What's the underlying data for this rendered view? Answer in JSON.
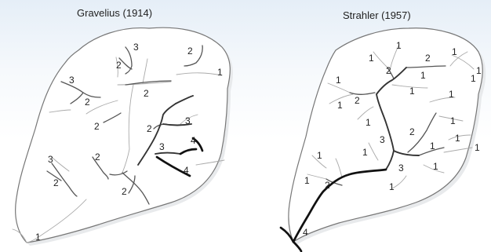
{
  "titles": {
    "left": "Gravelius (1914)",
    "right": "Strahler (1957)"
  },
  "left_labels": [
    "3",
    "2",
    "2",
    "1",
    "3",
    "2",
    "2",
    "2",
    "3",
    "2",
    "3",
    "2",
    "2",
    "3",
    "4",
    "4",
    "2",
    "1"
  ],
  "right_labels": [
    "1",
    "1",
    "2",
    "1",
    "1",
    "1",
    "2",
    "1",
    "1",
    "1",
    "1",
    "1",
    "1",
    "1",
    "3",
    "2",
    "1",
    "1",
    "2",
    "1",
    "1",
    "1",
    "3",
    "1",
    "1",
    "2",
    "1",
    "4"
  ]
}
